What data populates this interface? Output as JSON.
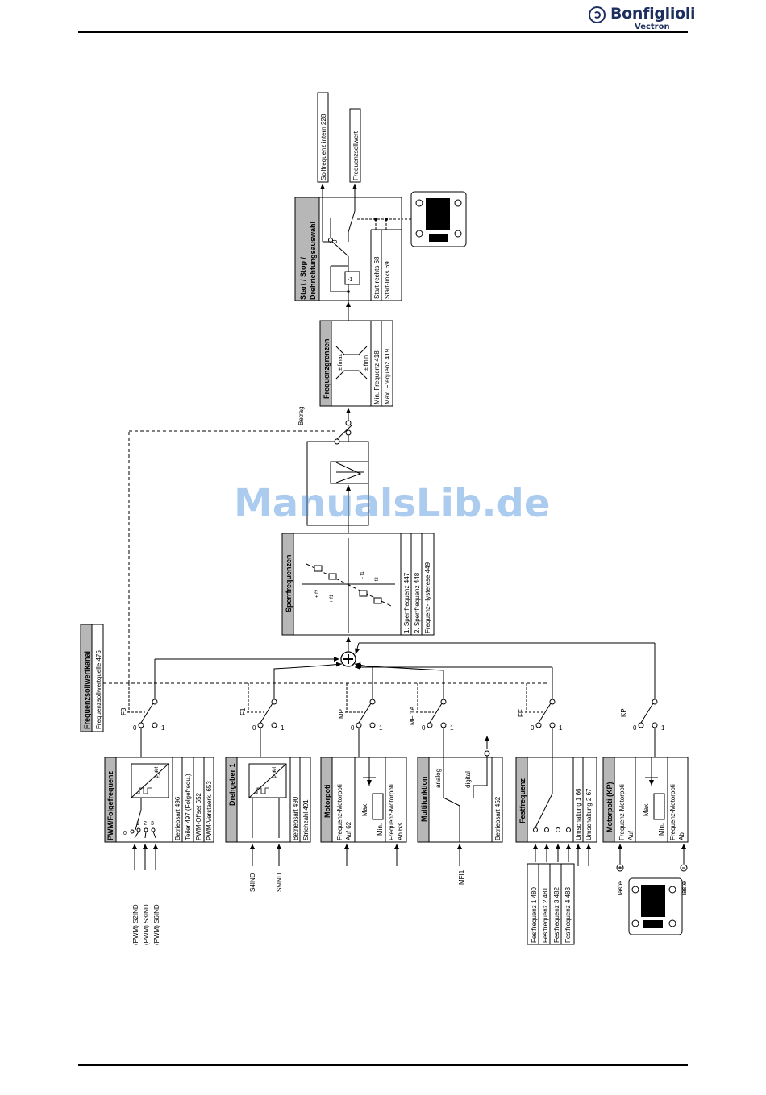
{
  "header": {
    "brand_name": "Bonfiglioli",
    "brand_sub": "Vectron",
    "colors": {
      "brand": "#1d2f5e",
      "watermark": "#4a8fdc",
      "title_bar": "#b7b7b7"
    }
  },
  "watermark": "ManualsLib.de",
  "diagram": {
    "pwm": {
      "title": "PWM/Folgefrequenz",
      "params": [
        "Betriebsart 496",
        "Teiler 497 (Folgefrequ.)",
        "PWM-Offset 652",
        "PWM-Verstaerk. 653"
      ],
      "inputs": [
        "(PWM) S2IND",
        "(PWM) S3IND",
        "(PWM) S6IND"
      ],
      "switch_labels": [
        "0",
        "1",
        "2",
        "3"
      ],
      "symbol_labels": [
        "φ_ref",
        "f"
      ]
    },
    "drehgeber": {
      "title": "Drehgeber 1",
      "params": [
        "Betriebsart 490",
        "Strichzahl 491"
      ],
      "inputs": [
        "S4IND",
        "S5IND"
      ],
      "symbol_labels": [
        "φ_ref",
        "f"
      ]
    },
    "motorpoti": {
      "title": "Motorpoti",
      "up": [
        "Frequenz-Motorpoti",
        "Auf 62"
      ],
      "down": [
        "Frequenz-Motorpoti",
        "Ab 63"
      ],
      "max": "Max.",
      "min": "Min."
    },
    "multifunktion": {
      "title": "Multifunktion",
      "analog": "analog",
      "digital": "digital",
      "param": "Betriebsart 452",
      "input": "MFI1"
    },
    "festfrequenz": {
      "title": "Festfrequenz",
      "umschaltung": [
        "Umschaltung 1 66",
        "Umschaltung 2 67"
      ],
      "fixed": [
        "Festfrequenz 1 480",
        "Festfrequenz 2 481",
        "Festfrequenz 3 482",
        "Festfrequenz 4 483"
      ]
    },
    "motorpoti_kp": {
      "title": "Motorpoti (KP)",
      "up": [
        "Frequenz-Motorpoti",
        "Auf"
      ],
      "down": [
        "Frequenz-Motorpoti",
        "Ab"
      ],
      "max": "Max.",
      "min": "Min.",
      "keys": [
        "Taste",
        "Taste"
      ]
    },
    "kanal": {
      "title": "Frequenzsollwertkanal",
      "param": "Frequenzsollwertquelle 475"
    },
    "switches": [
      {
        "label": "F3",
        "zero": "0",
        "one": "1"
      },
      {
        "label": "F1",
        "zero": "0",
        "one": "1"
      },
      {
        "label": "MP",
        "zero": "0",
        "one": "1"
      },
      {
        "label": "MFI1A",
        "zero": "0",
        "one": "1"
      },
      {
        "label": "FF",
        "zero": "0",
        "one": "1"
      },
      {
        "label": "KP",
        "zero": "0",
        "one": "1"
      }
    ],
    "sperr": {
      "title": "Sperrfrequenzen",
      "params": [
        "1. Sperrfrequenz 447",
        "2. Sperrfrequenz 448",
        "Frequenz-Hysterese 449"
      ],
      "graph_labels": [
        "+ f2",
        "+ f1",
        "- f1",
        "- f2"
      ]
    },
    "betrag": "Betrag",
    "grenzen": {
      "title": "Frequenzgrenzen",
      "fmax": "± fmax",
      "fmin": "± fmin",
      "params": [
        "Min. Frequenz 418",
        "Max. Frequenz 419"
      ]
    },
    "start": {
      "title_line1": "Start / Stop /",
      "title_line2": "Drehrichtungsauswahl",
      "minus_one": "-1",
      "zero": "0",
      "params": [
        "Start-rechts 68",
        "Start-links 69"
      ]
    },
    "outputs": [
      "Sollfrequenz intern 228",
      "Frequenzsollwert"
    ]
  }
}
